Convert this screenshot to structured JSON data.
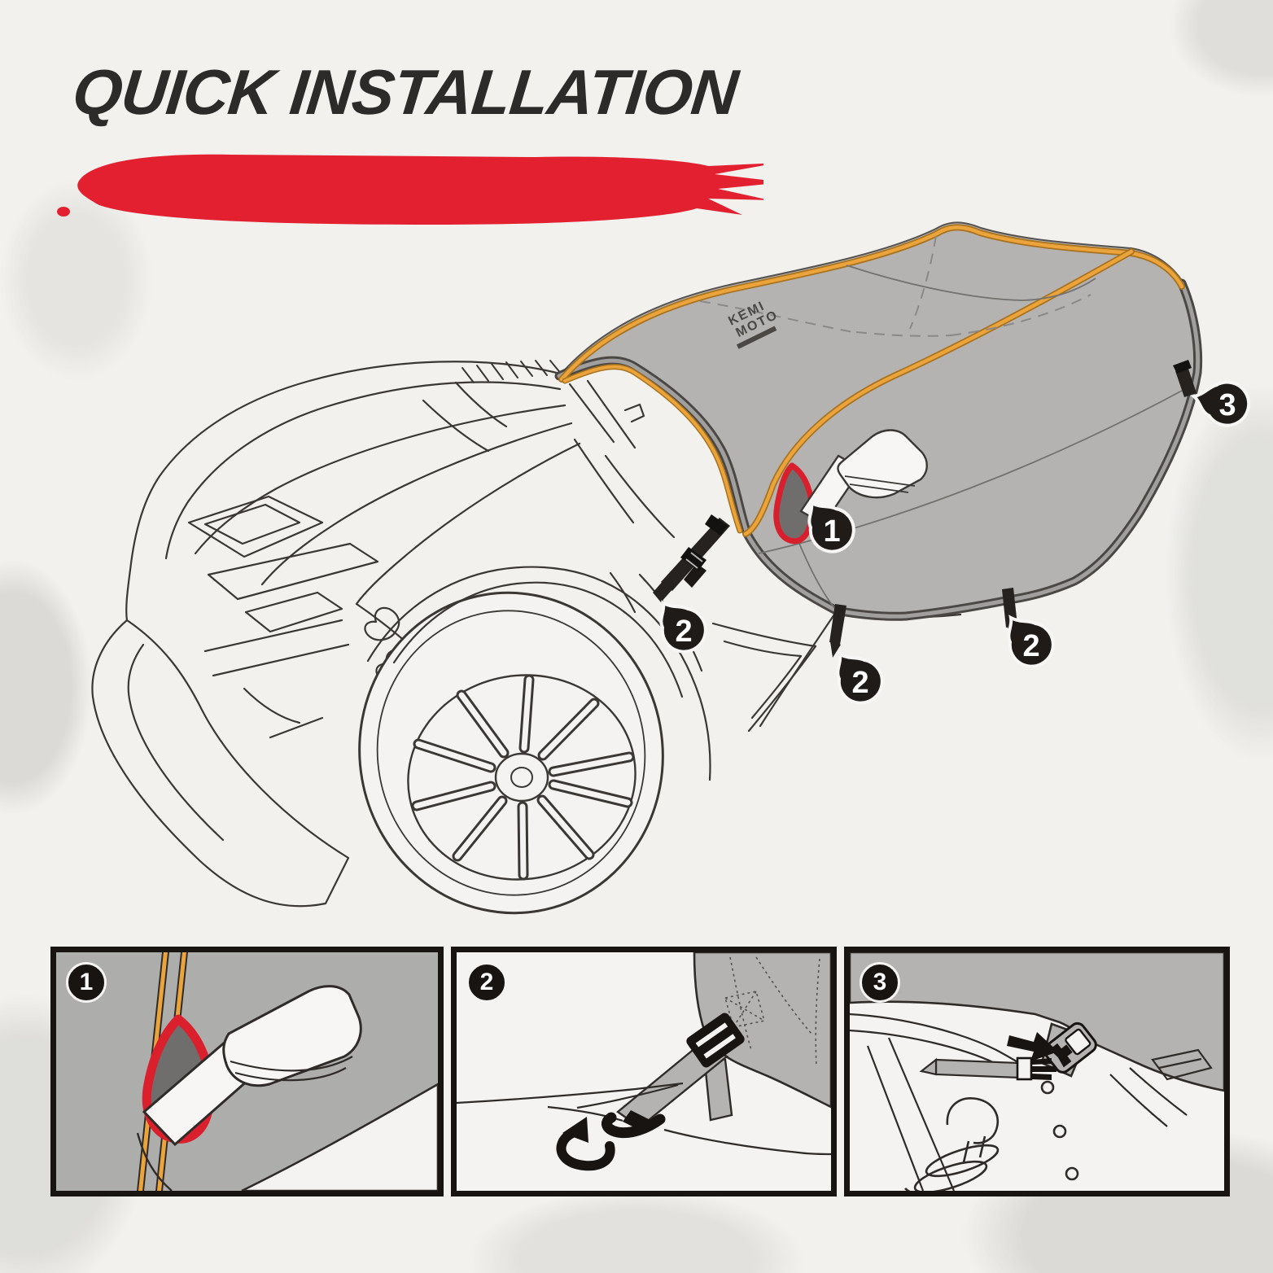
{
  "header": {
    "title": "QUICK INSTALLATION"
  },
  "brand": {
    "name_line1": "KEMI",
    "name_line2": "MOTO"
  },
  "colors": {
    "background": "#f2f1ee",
    "ink": "#3a3734",
    "accent_red": "#e32030",
    "cover_gray": "#b4b3b1",
    "piping_orange": "#eba43c",
    "badge_black": "#1f1b18"
  },
  "icons": {
    "step_badge": "numbered-teardrop-badge",
    "rotate_arrow": "curved-hook-arrow",
    "insert_arrow": "solid-right-arrow"
  },
  "main_diagram": {
    "callouts": [
      {
        "number": "1"
      },
      {
        "number": "2"
      },
      {
        "number": "2"
      },
      {
        "number": "2"
      },
      {
        "number": "3"
      }
    ]
  },
  "steps": [
    {
      "number": "1"
    },
    {
      "number": "2"
    },
    {
      "number": "3"
    }
  ]
}
